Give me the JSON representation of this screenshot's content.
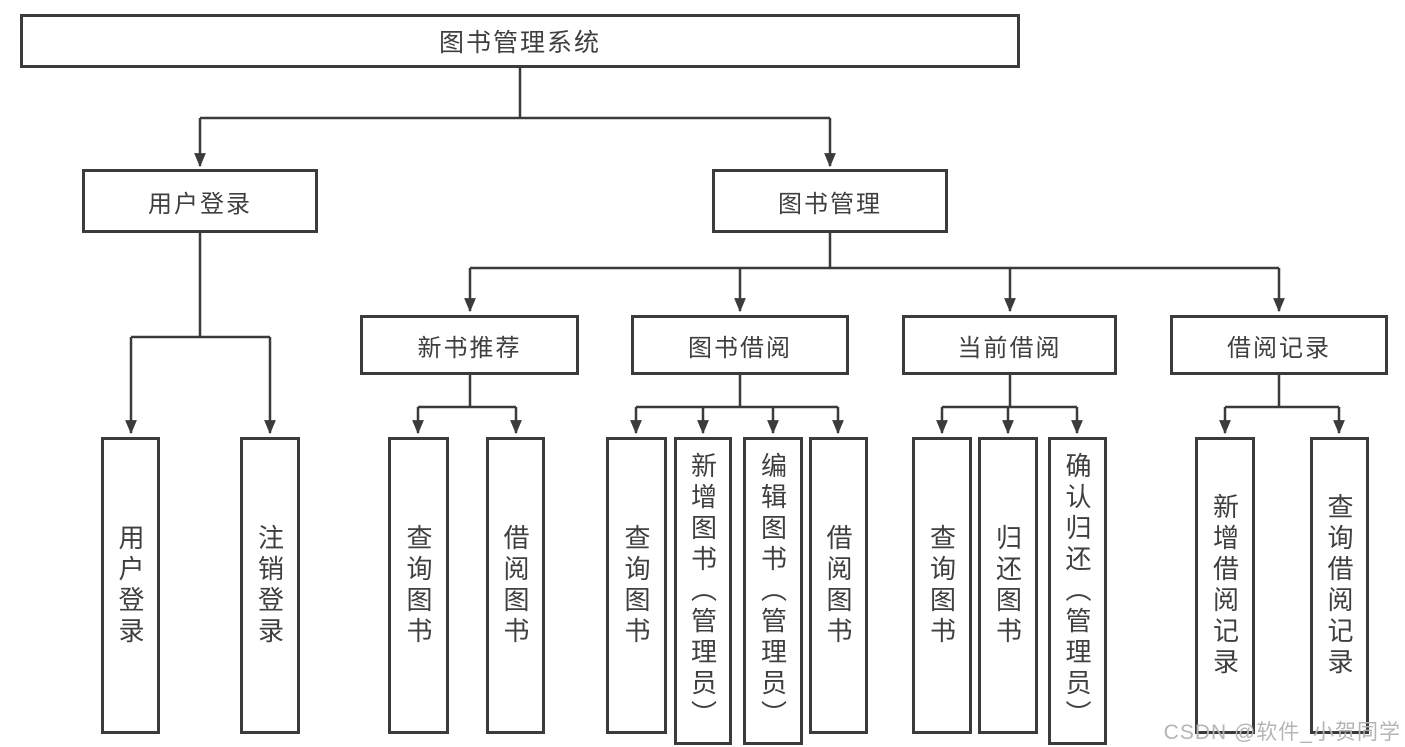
{
  "diagram": {
    "title": "图书管理系统",
    "branches": [
      {
        "label": "用户登录",
        "children": [
          {
            "label": "用户登录"
          },
          {
            "label": "注销登录"
          }
        ]
      },
      {
        "label": "图书管理",
        "children": [
          {
            "label": "新书推荐",
            "children": [
              {
                "label": "查询图书"
              },
              {
                "label": "借阅图书"
              }
            ]
          },
          {
            "label": "图书借阅",
            "children": [
              {
                "label": "查询图书"
              },
              {
                "label": "新增图书（管理员）"
              },
              {
                "label": "编辑图书（管理员）"
              },
              {
                "label": "借阅图书"
              }
            ]
          },
          {
            "label": "当前借阅",
            "children": [
              {
                "label": "查询图书"
              },
              {
                "label": "归还图书"
              },
              {
                "label": "确认归还（管理员）"
              }
            ]
          },
          {
            "label": "借阅记录",
            "children": [
              {
                "label": "新增借阅记录"
              },
              {
                "label": "查询借阅记录"
              }
            ]
          }
        ]
      }
    ]
  },
  "watermark": {
    "text": "CSDN @软件_小贺同学"
  },
  "colors": {
    "line": "#3b3b3b",
    "text": "#3f3f3f",
    "watermark": "#b5b5b5",
    "background": "#ffffff"
  }
}
